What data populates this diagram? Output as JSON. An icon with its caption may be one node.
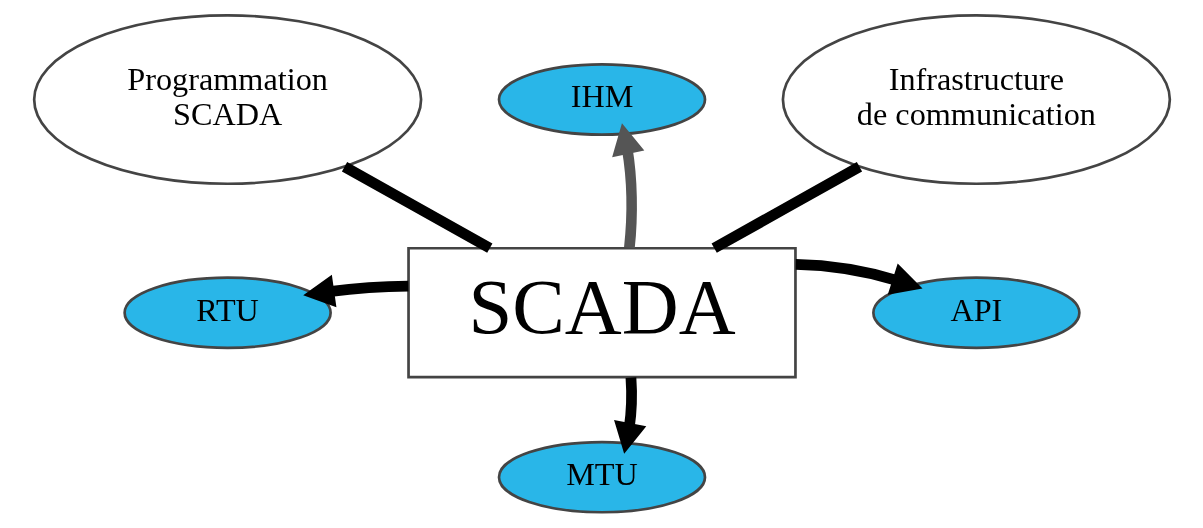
{
  "diagram": {
    "nodes": [
      {
        "text": [
          "SCADA"
        ]
      },
      {
        "text": [
          "IHM"
        ]
      },
      {
        "text": [
          "Programmation SCADA"
        ]
      },
      {
        "text": [
          "Infrastructure de communication"
        ]
      },
      {
        "text": [
          "RTU"
        ]
      },
      {
        "text": [
          "API"
        ]
      },
      {
        "text": [
          "MTU"
        ]
      }
    ],
    "edges": [
      {
        "from": 0,
        "to": 1,
        "arrow": "to",
        "color": "#555555"
      },
      {
        "from": 0,
        "to": 2,
        "arrow": "none"
      },
      {
        "from": 0,
        "to": 3,
        "arrow": "none"
      },
      {
        "from": 0,
        "to": 4,
        "arrow": "to"
      },
      {
        "from": 0,
        "to": 5,
        "arrow": "to"
      },
      {
        "from": 0,
        "to": 6,
        "arrow": "to"
      }
    ]
  }
}
